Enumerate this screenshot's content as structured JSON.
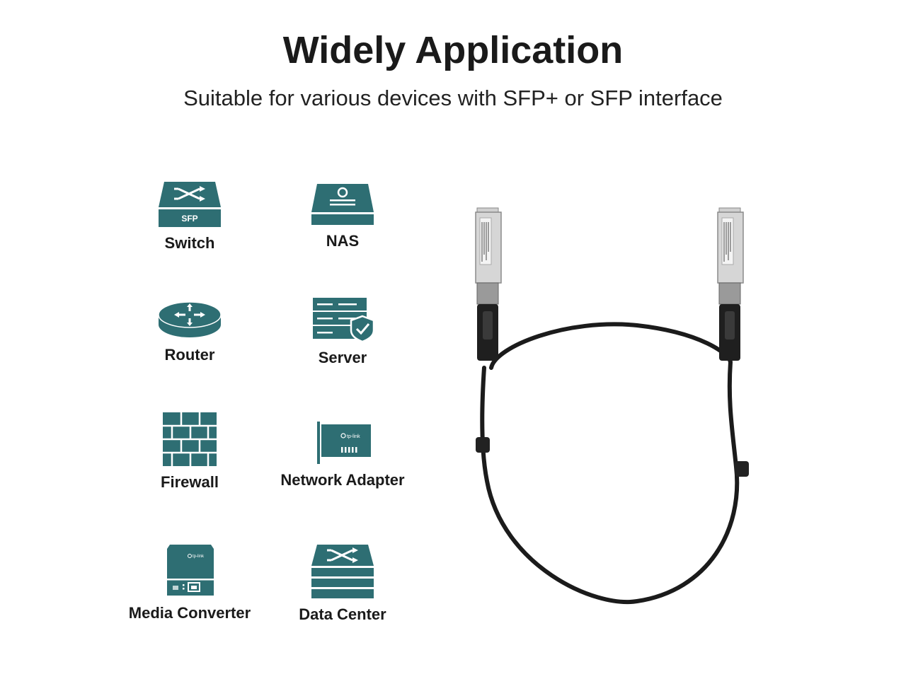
{
  "header": {
    "title": "Widely Application",
    "subtitle": "Suitable for various devices with SFP+ or SFP interface"
  },
  "colors": {
    "icon_teal": "#2e6e73",
    "icon_light": "#ffffff",
    "cable": "#1b1b1b"
  },
  "devices": [
    {
      "label": "Switch",
      "icon": "switch-icon",
      "badge": "SFP"
    },
    {
      "label": "NAS",
      "icon": "nas-icon"
    },
    {
      "label": "Router",
      "icon": "router-icon"
    },
    {
      "label": "Server",
      "icon": "server-icon"
    },
    {
      "label": "Firewall",
      "icon": "firewall-icon"
    },
    {
      "label": "Network Adapter",
      "icon": "network-adapter-icon",
      "brand": "tp-link"
    },
    {
      "label": "Media Converter",
      "icon": "media-converter-icon",
      "brand": "tp-link"
    },
    {
      "label": "Data Center",
      "icon": "data-center-icon"
    }
  ]
}
